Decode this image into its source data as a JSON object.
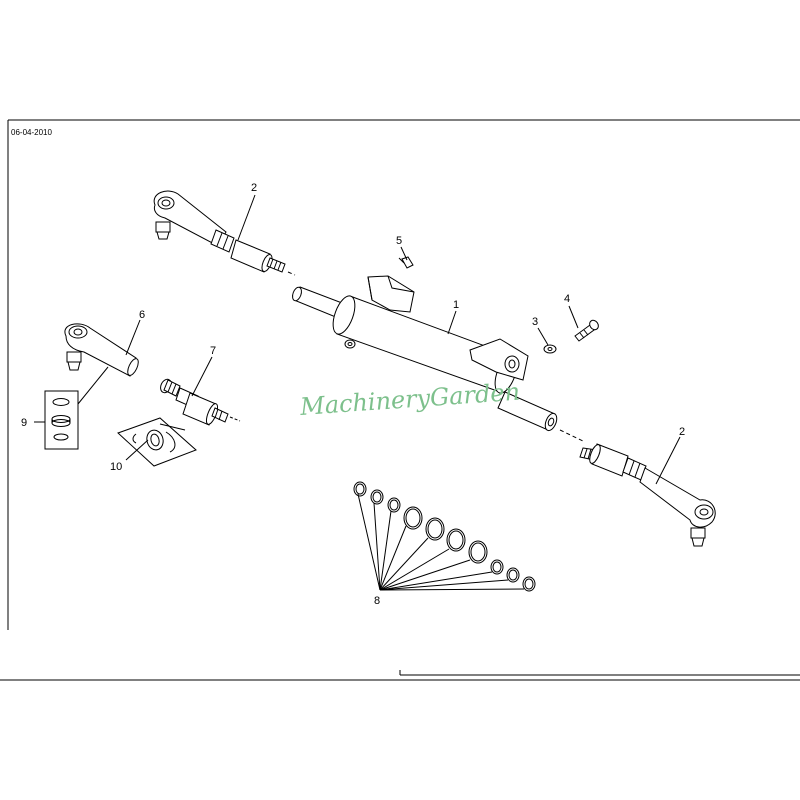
{
  "header": {
    "date": "06-04-2010"
  },
  "watermark": {
    "text": "MachineryGarden",
    "color": "#7dc08c"
  },
  "callouts": {
    "c1": "1",
    "c2a": "2",
    "c2b": "2",
    "c3": "3",
    "c4": "4",
    "c5": "5",
    "c6": "6",
    "c7": "7",
    "c8": "8",
    "c9": "9",
    "c10": "10"
  }
}
